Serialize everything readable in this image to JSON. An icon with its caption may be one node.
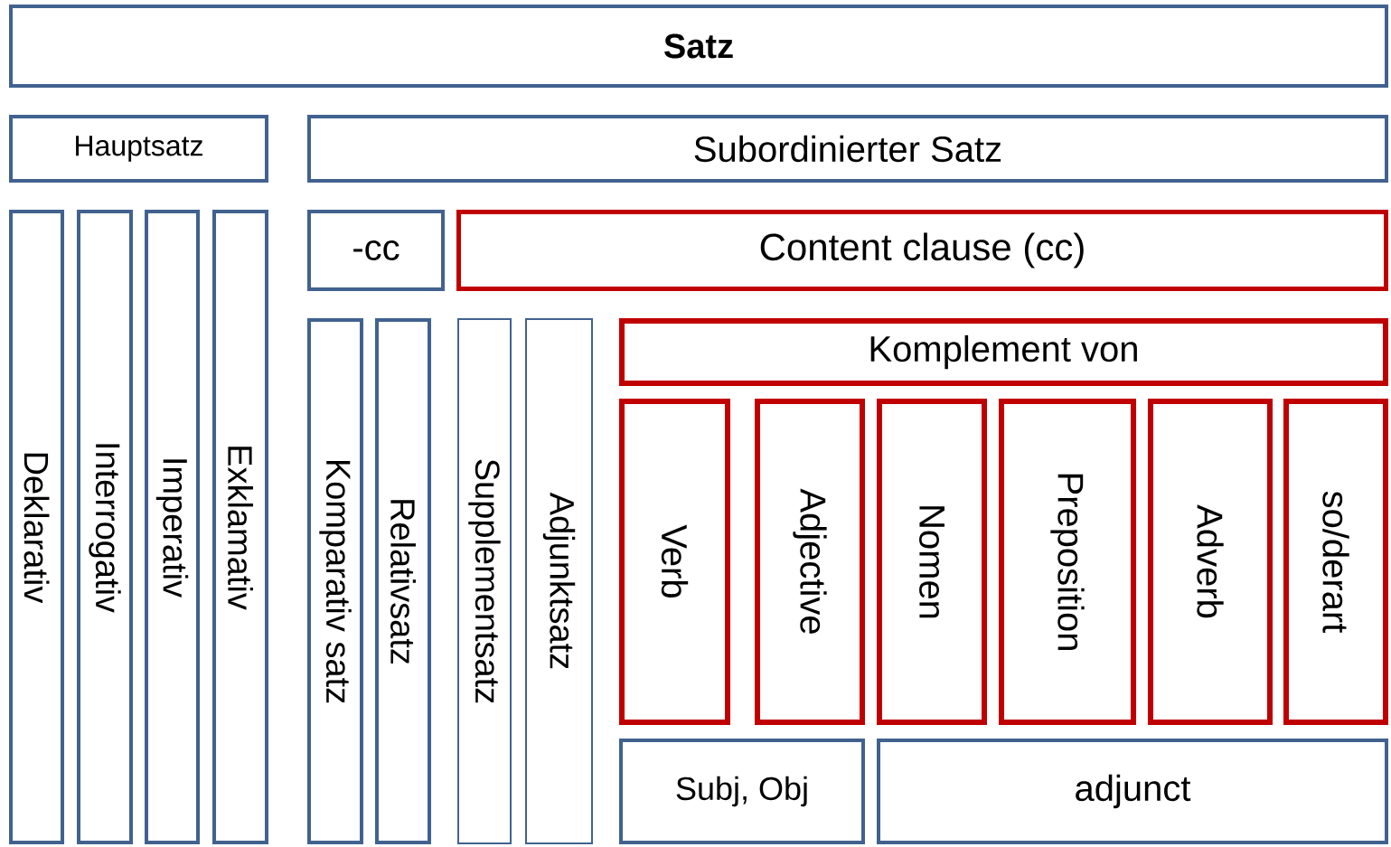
{
  "diagram": {
    "nodes": [
      {
        "text": [
          "Satz"
        ]
      },
      {
        "text": [
          "Hauptsatz"
        ]
      },
      {
        "text": [
          "Subordinierter Satz"
        ]
      },
      {
        "text": [
          "Deklarativ"
        ]
      },
      {
        "text": [
          "Interrogativ"
        ]
      },
      {
        "text": [
          "Imperativ"
        ]
      },
      {
        "text": [
          "Exklamativ"
        ]
      },
      {
        "text": [
          "-cc"
        ]
      },
      {
        "text": [
          "Content clause (cc)"
        ]
      },
      {
        "text": [
          "Komparativ satz"
        ]
      },
      {
        "text": [
          "Relativsatz"
        ]
      },
      {
        "text": [
          "Supplementsatz"
        ]
      },
      {
        "text": [
          "Adjunktsatz"
        ]
      },
      {
        "text": [
          "Komplement von"
        ]
      },
      {
        "text": [
          "Verb"
        ]
      },
      {
        "text": [
          "Adjective"
        ]
      },
      {
        "text": [
          "Nomen"
        ]
      },
      {
        "text": [
          "Preposition"
        ]
      },
      {
        "text": [
          "Adverb"
        ]
      },
      {
        "text": [
          "so/derart"
        ]
      },
      {
        "text": [
          "Subj, Obj"
        ]
      },
      {
        "text": [
          "adjunct"
        ]
      }
    ]
  }
}
